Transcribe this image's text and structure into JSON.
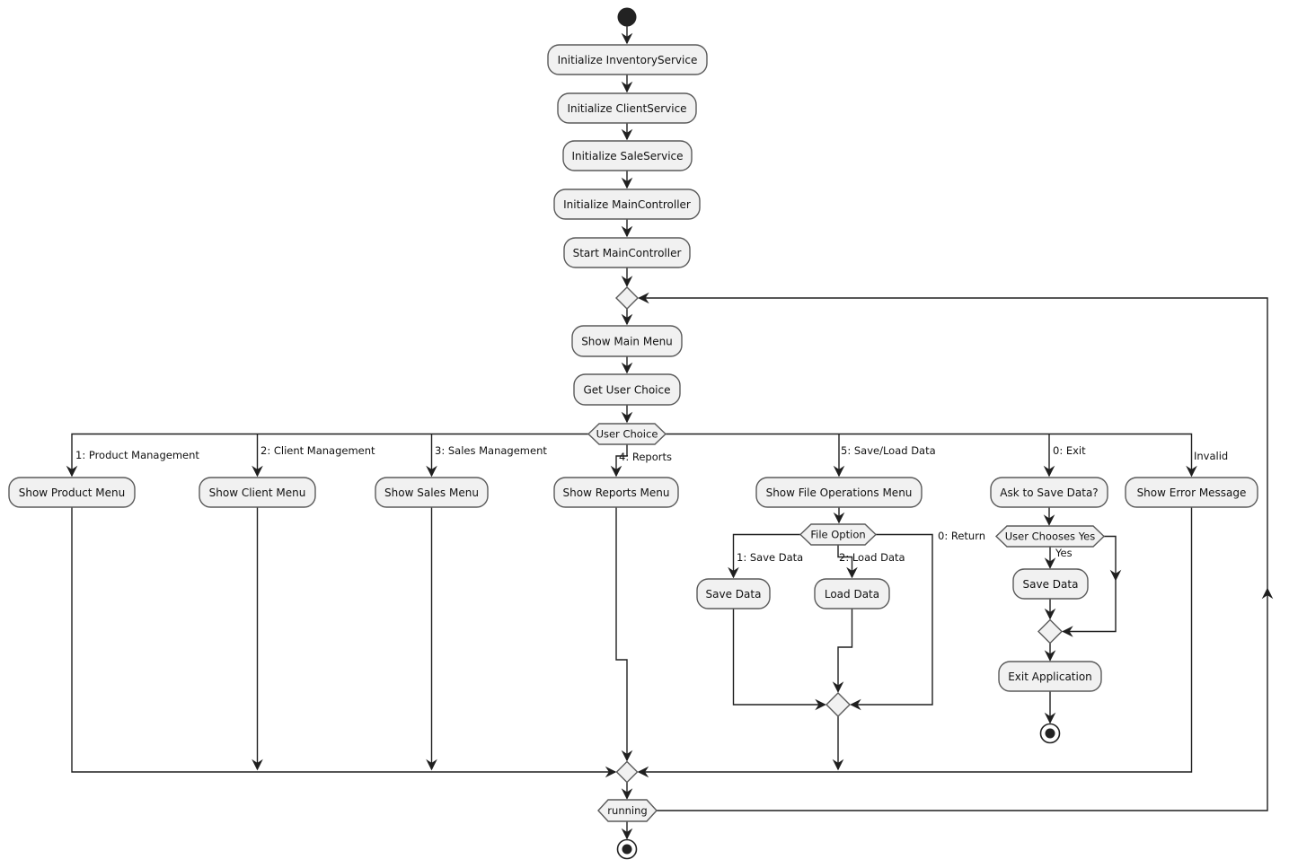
{
  "diagram": {
    "type": "uml-activity-diagram",
    "colors": {
      "background": "#ffffff",
      "node_fill": "#f1f1f1",
      "node_border": "#5a5a5a",
      "line": "#1f1f1f",
      "text": "#111111",
      "terminal": "#222222"
    },
    "nodes": {
      "init_inventory": {
        "label": "Initialize InventoryService"
      },
      "init_client": {
        "label": "Initialize ClientService"
      },
      "init_sale": {
        "label": "Initialize SaleService"
      },
      "init_main": {
        "label": "Initialize MainController"
      },
      "start_main": {
        "label": "Start MainController"
      },
      "show_main_menu": {
        "label": "Show Main Menu"
      },
      "get_user_choice": {
        "label": "Get User Choice"
      },
      "user_choice": {
        "label": "User Choice"
      },
      "show_product_menu": {
        "label": "Show Product Menu"
      },
      "show_client_menu": {
        "label": "Show Client Menu"
      },
      "show_sales_menu": {
        "label": "Show Sales Menu"
      },
      "show_reports_menu": {
        "label": "Show Reports Menu"
      },
      "show_file_ops_menu": {
        "label": "Show File Operations Menu"
      },
      "ask_to_save": {
        "label": "Ask to Save Data?"
      },
      "show_error_message": {
        "label": "Show Error Message"
      },
      "file_option": {
        "label": "File Option"
      },
      "save_data_file": {
        "label": "Save Data"
      },
      "load_data": {
        "label": "Load Data"
      },
      "user_chooses_yes": {
        "label": "User Chooses Yes"
      },
      "save_data_exit": {
        "label": "Save Data"
      },
      "exit_application": {
        "label": "Exit Application"
      },
      "running": {
        "label": "running"
      }
    },
    "edge_labels": {
      "product_management": "1: Product Management",
      "client_management": "2: Client Management",
      "sales_management": "3: Sales Management",
      "reports": "4: Reports",
      "save_load_data": "5: Save/Load Data",
      "exit": "0: Exit",
      "invalid": "Invalid",
      "save_data": "1: Save Data",
      "load_data": "2: Load Data",
      "return": "0: Return",
      "yes": "Yes"
    }
  }
}
